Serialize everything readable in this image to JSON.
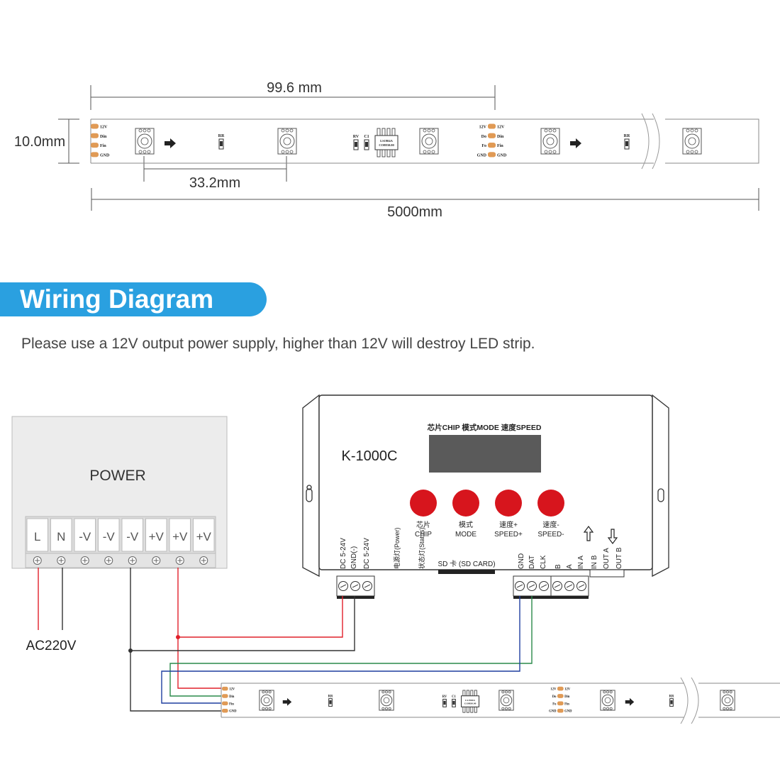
{
  "dimensions": {
    "pitch": "99.6 mm",
    "width": "10.0mm",
    "led_spacing": "33.2mm",
    "length": "5000mm"
  },
  "strip": {
    "pads_left": [
      "12V",
      "Din",
      "Fin",
      "GND"
    ],
    "pads_right": [
      "12V",
      "Do",
      "Fo",
      "GND"
    ],
    "resistor_label": "RR",
    "rv_label": "RV",
    "c1_label": "C1",
    "ic_line1": "LS1904A",
    "ic_line2": "CO8830.00"
  },
  "section": {
    "title": "Wiring Diagram",
    "note": "Please use a 12V output power supply, higher than 12V will destroy LED strip."
  },
  "power": {
    "title": "POWER",
    "terminals": [
      "L",
      "N",
      "-V",
      "-V",
      "-V",
      "+V",
      "+V",
      "+V"
    ],
    "ac_label": "AC220V"
  },
  "controller": {
    "model": "K-1000C",
    "display_header": "芯片CHIP  模式MODE  速度SPEED",
    "buttons": [
      {
        "line1": "芯片",
        "line2": "CHIP"
      },
      {
        "line1": "模式",
        "line2": "MODE"
      },
      {
        "line1": "速度+",
        "line2": "SPEED+"
      },
      {
        "line1": "速度-",
        "line2": "SPEED-"
      }
    ],
    "power_pins": [
      "DC 5-24V",
      "GND(-)",
      "DC 5-24V"
    ],
    "led_power": "电源灯(Power)",
    "led_status": "状态灯(Status)",
    "sd_card": "SD 卡 (SD CARD)",
    "data_pins": [
      "GND",
      "DAT",
      "CLK"
    ],
    "aux_pins": [
      "B",
      "A",
      "IN A",
      "IN B",
      "OUT A",
      "OUT B"
    ]
  },
  "colors": {
    "accent": "#2aa0e0",
    "button_red": "#d7151d",
    "wire_red": "#e0202a",
    "wire_black": "#333333",
    "wire_green": "#2a8a4a",
    "wire_blue": "#1f3f9f",
    "pad_orange": "#e09a55",
    "display": "#5a5a5a"
  }
}
